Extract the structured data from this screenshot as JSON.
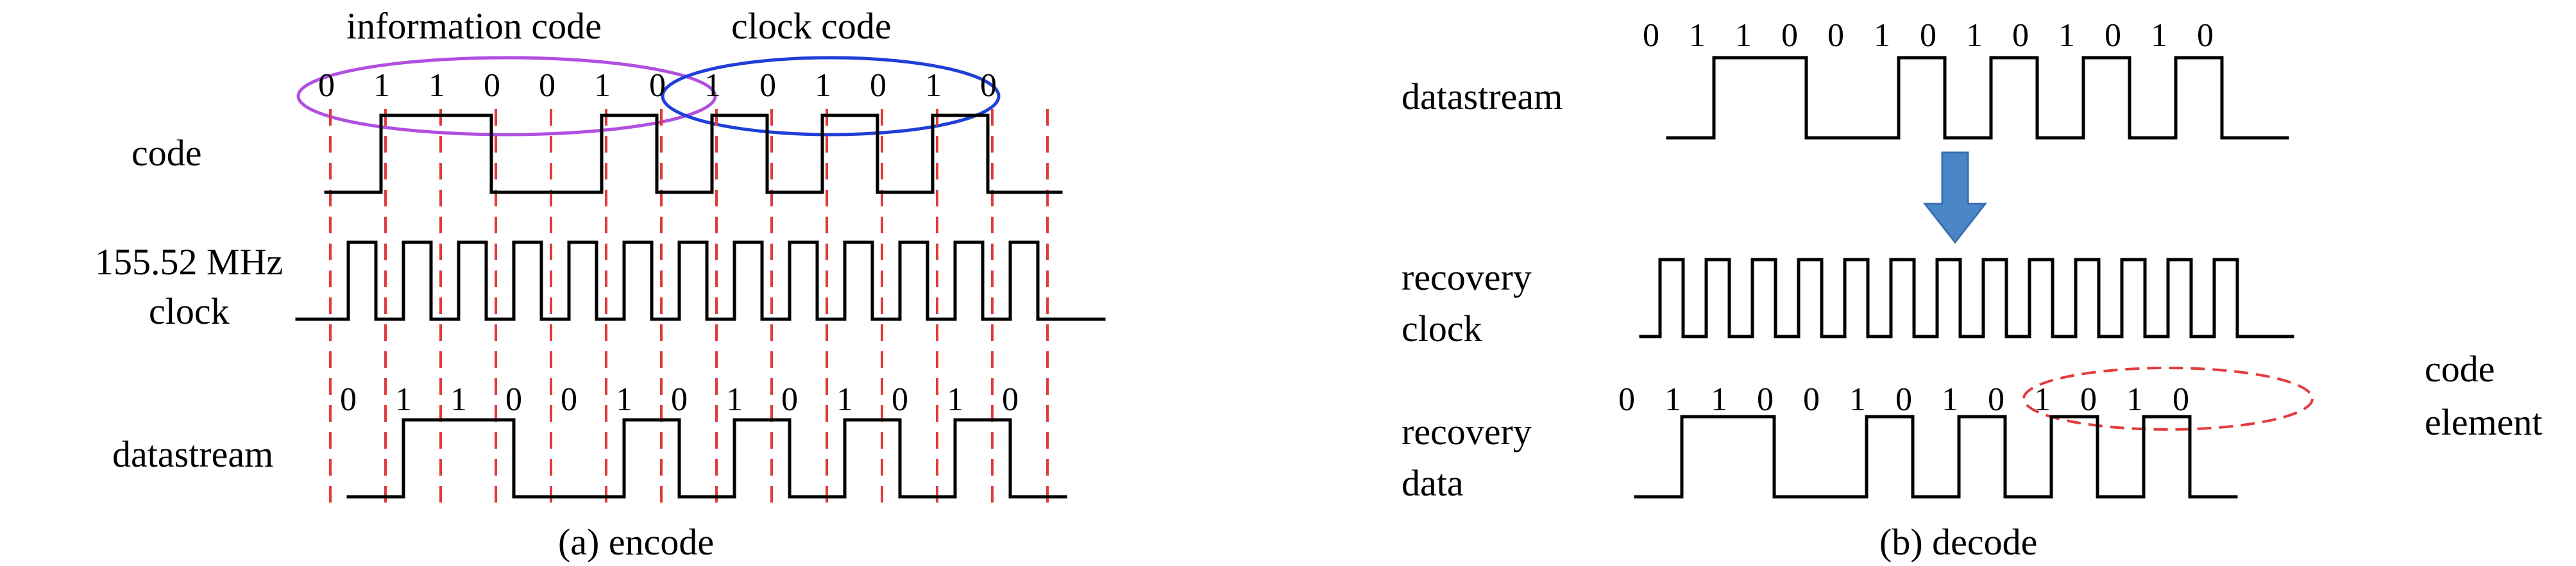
{
  "encode": {
    "caption": "(a) encode",
    "group_info_label": "information code",
    "group_clock_label": "clock code",
    "code_label": "code",
    "clock_label_1": "155.52 MHz",
    "clock_label_2": "clock",
    "datastream_label": "datastream",
    "code_bits": [
      "0",
      "1",
      "1",
      "0",
      "0",
      "1",
      "0",
      "1",
      "0",
      "1",
      "0",
      "1",
      "0"
    ],
    "data_bits": [
      "0",
      "1",
      "1",
      "0",
      "0",
      "1",
      "0",
      "1",
      "0",
      "1",
      "0",
      "1",
      "0"
    ],
    "clock_cycles": 13,
    "colors": {
      "info_ellipse": "#b04fe0",
      "clock_ellipse": "#1f3fd6",
      "dash": "#e23b3b"
    }
  },
  "decode": {
    "caption": "(b) decode",
    "datastream_label": "datastream",
    "recovery_clock_label_1": "recovery",
    "recovery_clock_label_2": "clock",
    "recovery_data_label_1": "recovery",
    "recovery_data_label_2": "data",
    "code_element_label_1": "code",
    "code_element_label_2": "element",
    "stream_bits": [
      "0",
      "1",
      "1",
      "0",
      "0",
      "1",
      "0",
      "1",
      "0",
      "1",
      "0",
      "1",
      "0"
    ],
    "data_bits": [
      "0",
      "1",
      "1",
      "0",
      "0",
      "1",
      "0",
      "1",
      "0",
      "1",
      "0",
      "1",
      "0"
    ],
    "clock_cycles": 13,
    "colors": {
      "arrow": "#4a86c8",
      "element_ellipse": "#e23b3b"
    }
  }
}
